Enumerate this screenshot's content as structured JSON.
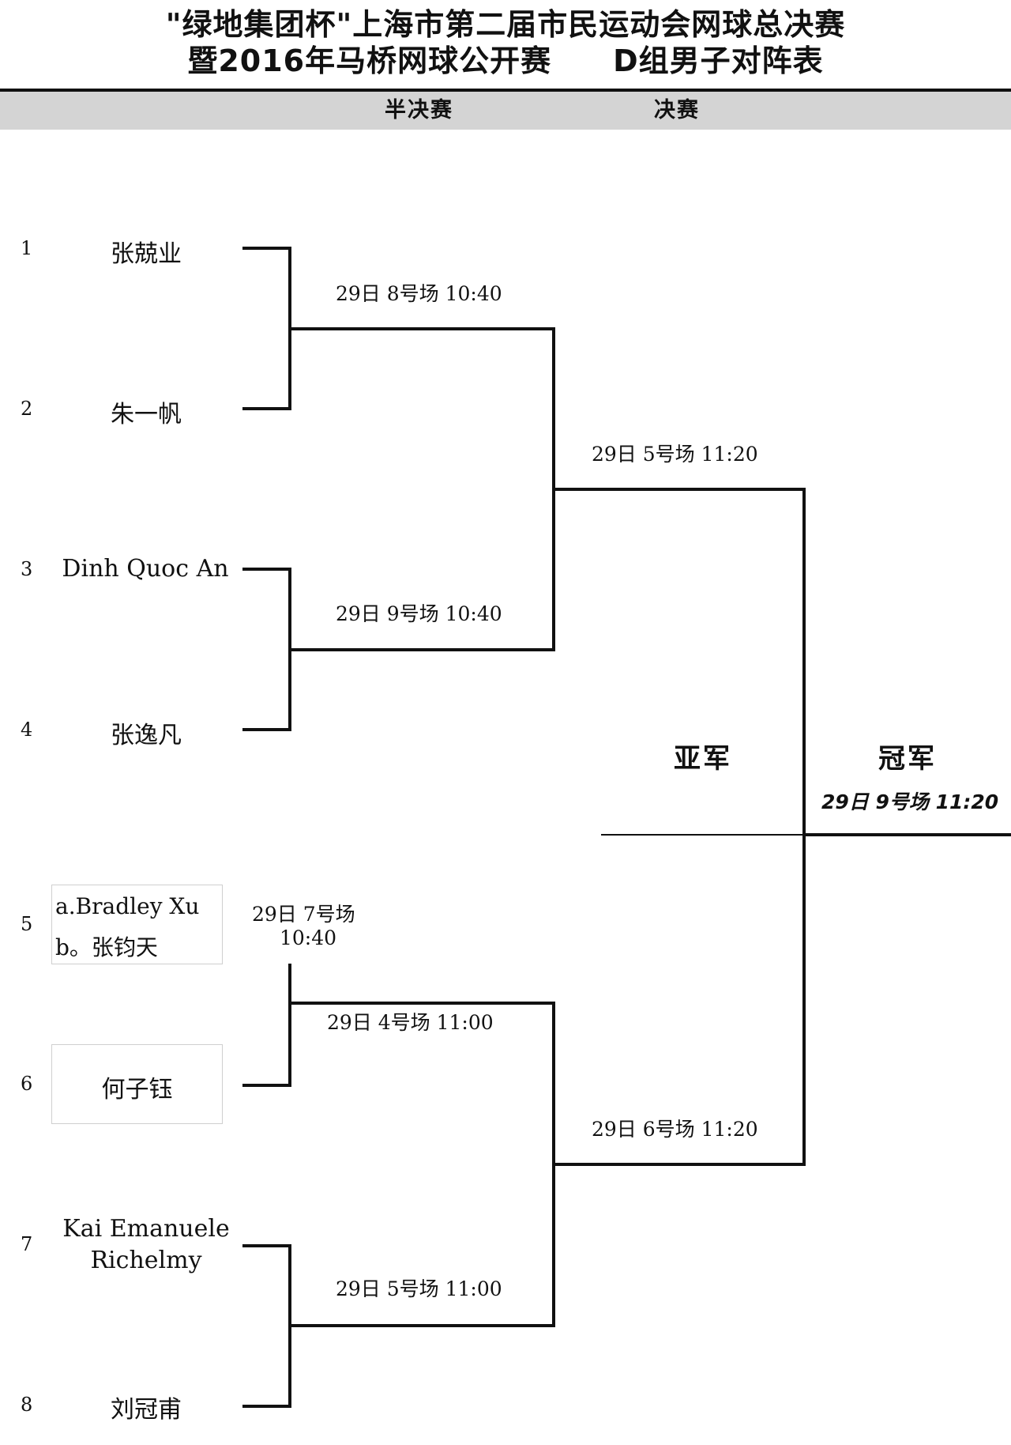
{
  "title": {
    "line1": "\"绿地集团杯\"上海市第二届市民运动会网球总决赛",
    "line2": "暨2016年马桥网球公开赛　　D组男子对阵表"
  },
  "rounds": {
    "semifinal": "半决赛",
    "final": "决赛"
  },
  "players": [
    {
      "seed": "1",
      "name": "张兢业"
    },
    {
      "seed": "2",
      "name": "朱一帆"
    },
    {
      "seed": "3",
      "name": "Dinh Quoc An"
    },
    {
      "seed": "4",
      "name": "张逸凡"
    },
    {
      "seed": "5",
      "a": "a.Bradley Xu",
      "b": "b。张钧天"
    },
    {
      "seed": "6",
      "name": "何子钰"
    },
    {
      "seed": "7",
      "line1": "Kai Emanuele",
      "line2": "Richelmy"
    },
    {
      "seed": "8",
      "name": "刘冠甫"
    }
  ],
  "matches": {
    "m1": "29日 8号场 10:40",
    "m2": "29日 9号场 10:40",
    "m3_line1": "29日 7号场",
    "m3_line2": "10:40",
    "m4": "29日 4号场 11:00",
    "m5": "29日 5号场 11:00",
    "semi_top": "29日 5号场 11:20",
    "semi_bottom": "29日 6号场 11:20",
    "final": "29日 9号场 11:20"
  },
  "awards": {
    "runner_up": "亚军",
    "champion": "冠军"
  }
}
